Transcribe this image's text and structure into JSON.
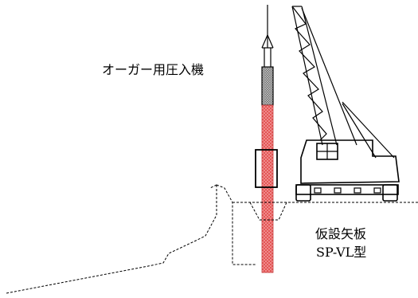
{
  "labels": {
    "auger_press_machine": "オーガー用圧入機",
    "temporary_sheet_pile": "仮設矢板",
    "sheet_pile_type": "SP-VL型"
  },
  "colors": {
    "pile": "#f07a7a",
    "pile_hatch": "#e04848",
    "auger_head": "#8a8a8a",
    "line": "#000000"
  }
}
